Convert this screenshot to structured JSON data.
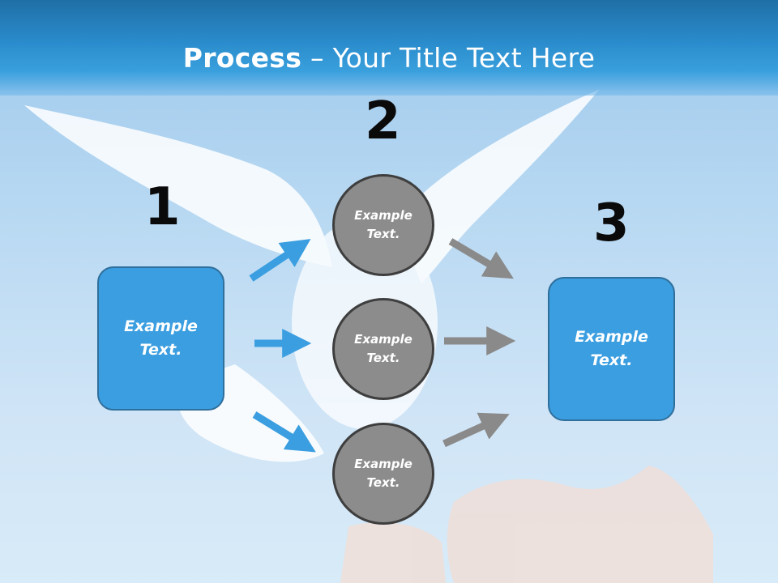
{
  "slide": {
    "title_bold": "Process",
    "title_sep": " – ",
    "title_rest": "Your Title Text Here"
  },
  "steps": [
    {
      "number": "1",
      "text_line1": "Example",
      "text_line2": "Text."
    },
    {
      "number": "2",
      "text_line1": "Example",
      "text_line2": "Text."
    },
    {
      "number": "3",
      "text_line1": "Example",
      "text_line2": "Text."
    }
  ],
  "circles": [
    {
      "line1": "Example",
      "line2": "Text."
    },
    {
      "line1": "Example",
      "line2": "Text."
    },
    {
      "line1": "Example",
      "line2": "Text."
    }
  ],
  "colors": {
    "box_fill": "#3b9ee0",
    "circle_fill": "#8c8c8c",
    "arrow_in": "#3a9ee0",
    "arrow_out": "#8a8a8a"
  }
}
